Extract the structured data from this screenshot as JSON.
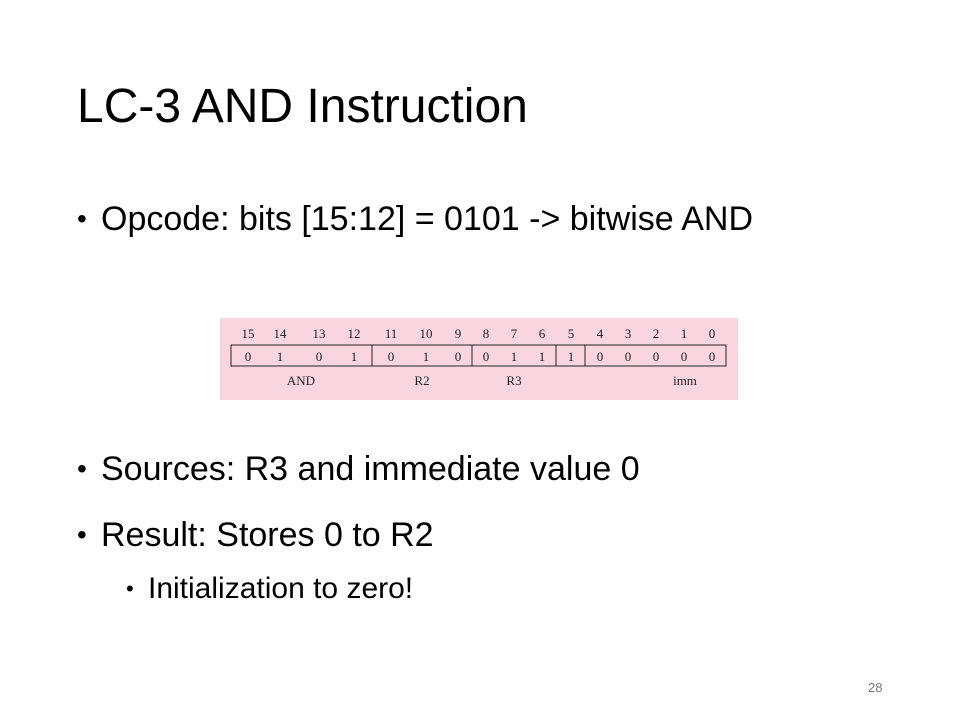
{
  "slide": {
    "title": "LC-3 AND Instruction",
    "bullets": [
      "Opcode: bits [15:12] = 0101 -> bitwise AND",
      "Sources: R3 and immediate value 0",
      "Result: Stores 0 to R2"
    ],
    "sub_bullets": [
      "Initialization to zero!"
    ],
    "bullet_symbol": "•",
    "page_number": "28"
  },
  "encoding": {
    "bit_numbers": [
      "15",
      "14",
      "13",
      "12",
      "11",
      "10",
      "9",
      "8",
      "7",
      "6",
      "5",
      "4",
      "3",
      "2",
      "1",
      "0"
    ],
    "bits": [
      "0",
      "1",
      "0",
      "1",
      "0",
      "1",
      "0",
      "0",
      "1",
      "1",
      "1",
      "0",
      "0",
      "0",
      "0",
      "0"
    ],
    "field_labels": [
      "AND",
      "R2",
      "R3",
      "imm"
    ],
    "background_color": "#f9d6df"
  }
}
